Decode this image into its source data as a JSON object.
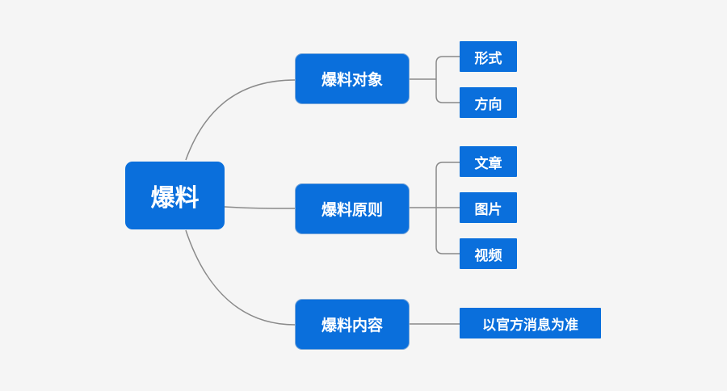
{
  "root": {
    "label": "爆料"
  },
  "branches": [
    {
      "label": "爆料对象",
      "children": [
        "形式",
        "方向"
      ]
    },
    {
      "label": "爆料原则",
      "children": [
        "文章",
        "图片",
        "视频"
      ]
    },
    {
      "label": "爆料内容",
      "children": [
        "以官方消息为准"
      ]
    }
  ],
  "colors": {
    "node": "#0a6fdc",
    "line": "#8a8a8a",
    "background": "#f5f5f5"
  }
}
